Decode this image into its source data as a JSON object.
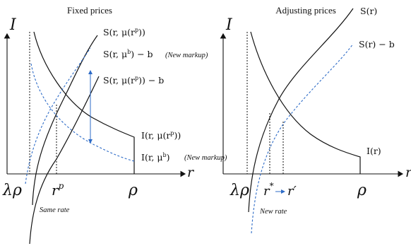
{
  "left_panel": {
    "title": "Fixed prices",
    "y_axis_label": "I",
    "x_axis_label": "r",
    "curve_s_high": "S(r, μ(r",
    "curve_s_high_sup": "p",
    "curve_s_high_end": "))",
    "curve_s_markup": "S(r, μ",
    "curve_s_markup_sup": "b",
    "curve_s_markup_end": ") − b",
    "curve_s_markup_note": "(New markup)",
    "curve_s_shift": "S(r, μ(r",
    "curve_s_shift_sup": "p",
    "curve_s_shift_end": ")) − b",
    "curve_i_high": "I(r, μ(r",
    "curve_i_high_sup": "p",
    "curve_i_high_end": "))",
    "curve_i_markup": "I(r, μ",
    "curve_i_markup_sup": "b",
    "curve_i_markup_end": ")",
    "curve_i_markup_note": "(New markup)",
    "tick_lambda_rho": "λρ",
    "tick_rp": "r",
    "tick_rp_sup": "p",
    "tick_rho": "ρ",
    "note": "Same rate"
  },
  "right_panel": {
    "title": "Adjusting prices",
    "y_axis_label": "I",
    "x_axis_label": "r",
    "curve_s": "S(r)",
    "curve_s_b": "S(r) − b",
    "curve_i": "I(r)",
    "tick_lambda_rho": "λρ",
    "tick_rstar": "r",
    "tick_rstar_sup": "*",
    "tick_rprime": "r′",
    "tick_rho": "ρ",
    "note": "New rate"
  },
  "colors": {
    "ink": "#111111",
    "blue": "#2d6bc7"
  }
}
